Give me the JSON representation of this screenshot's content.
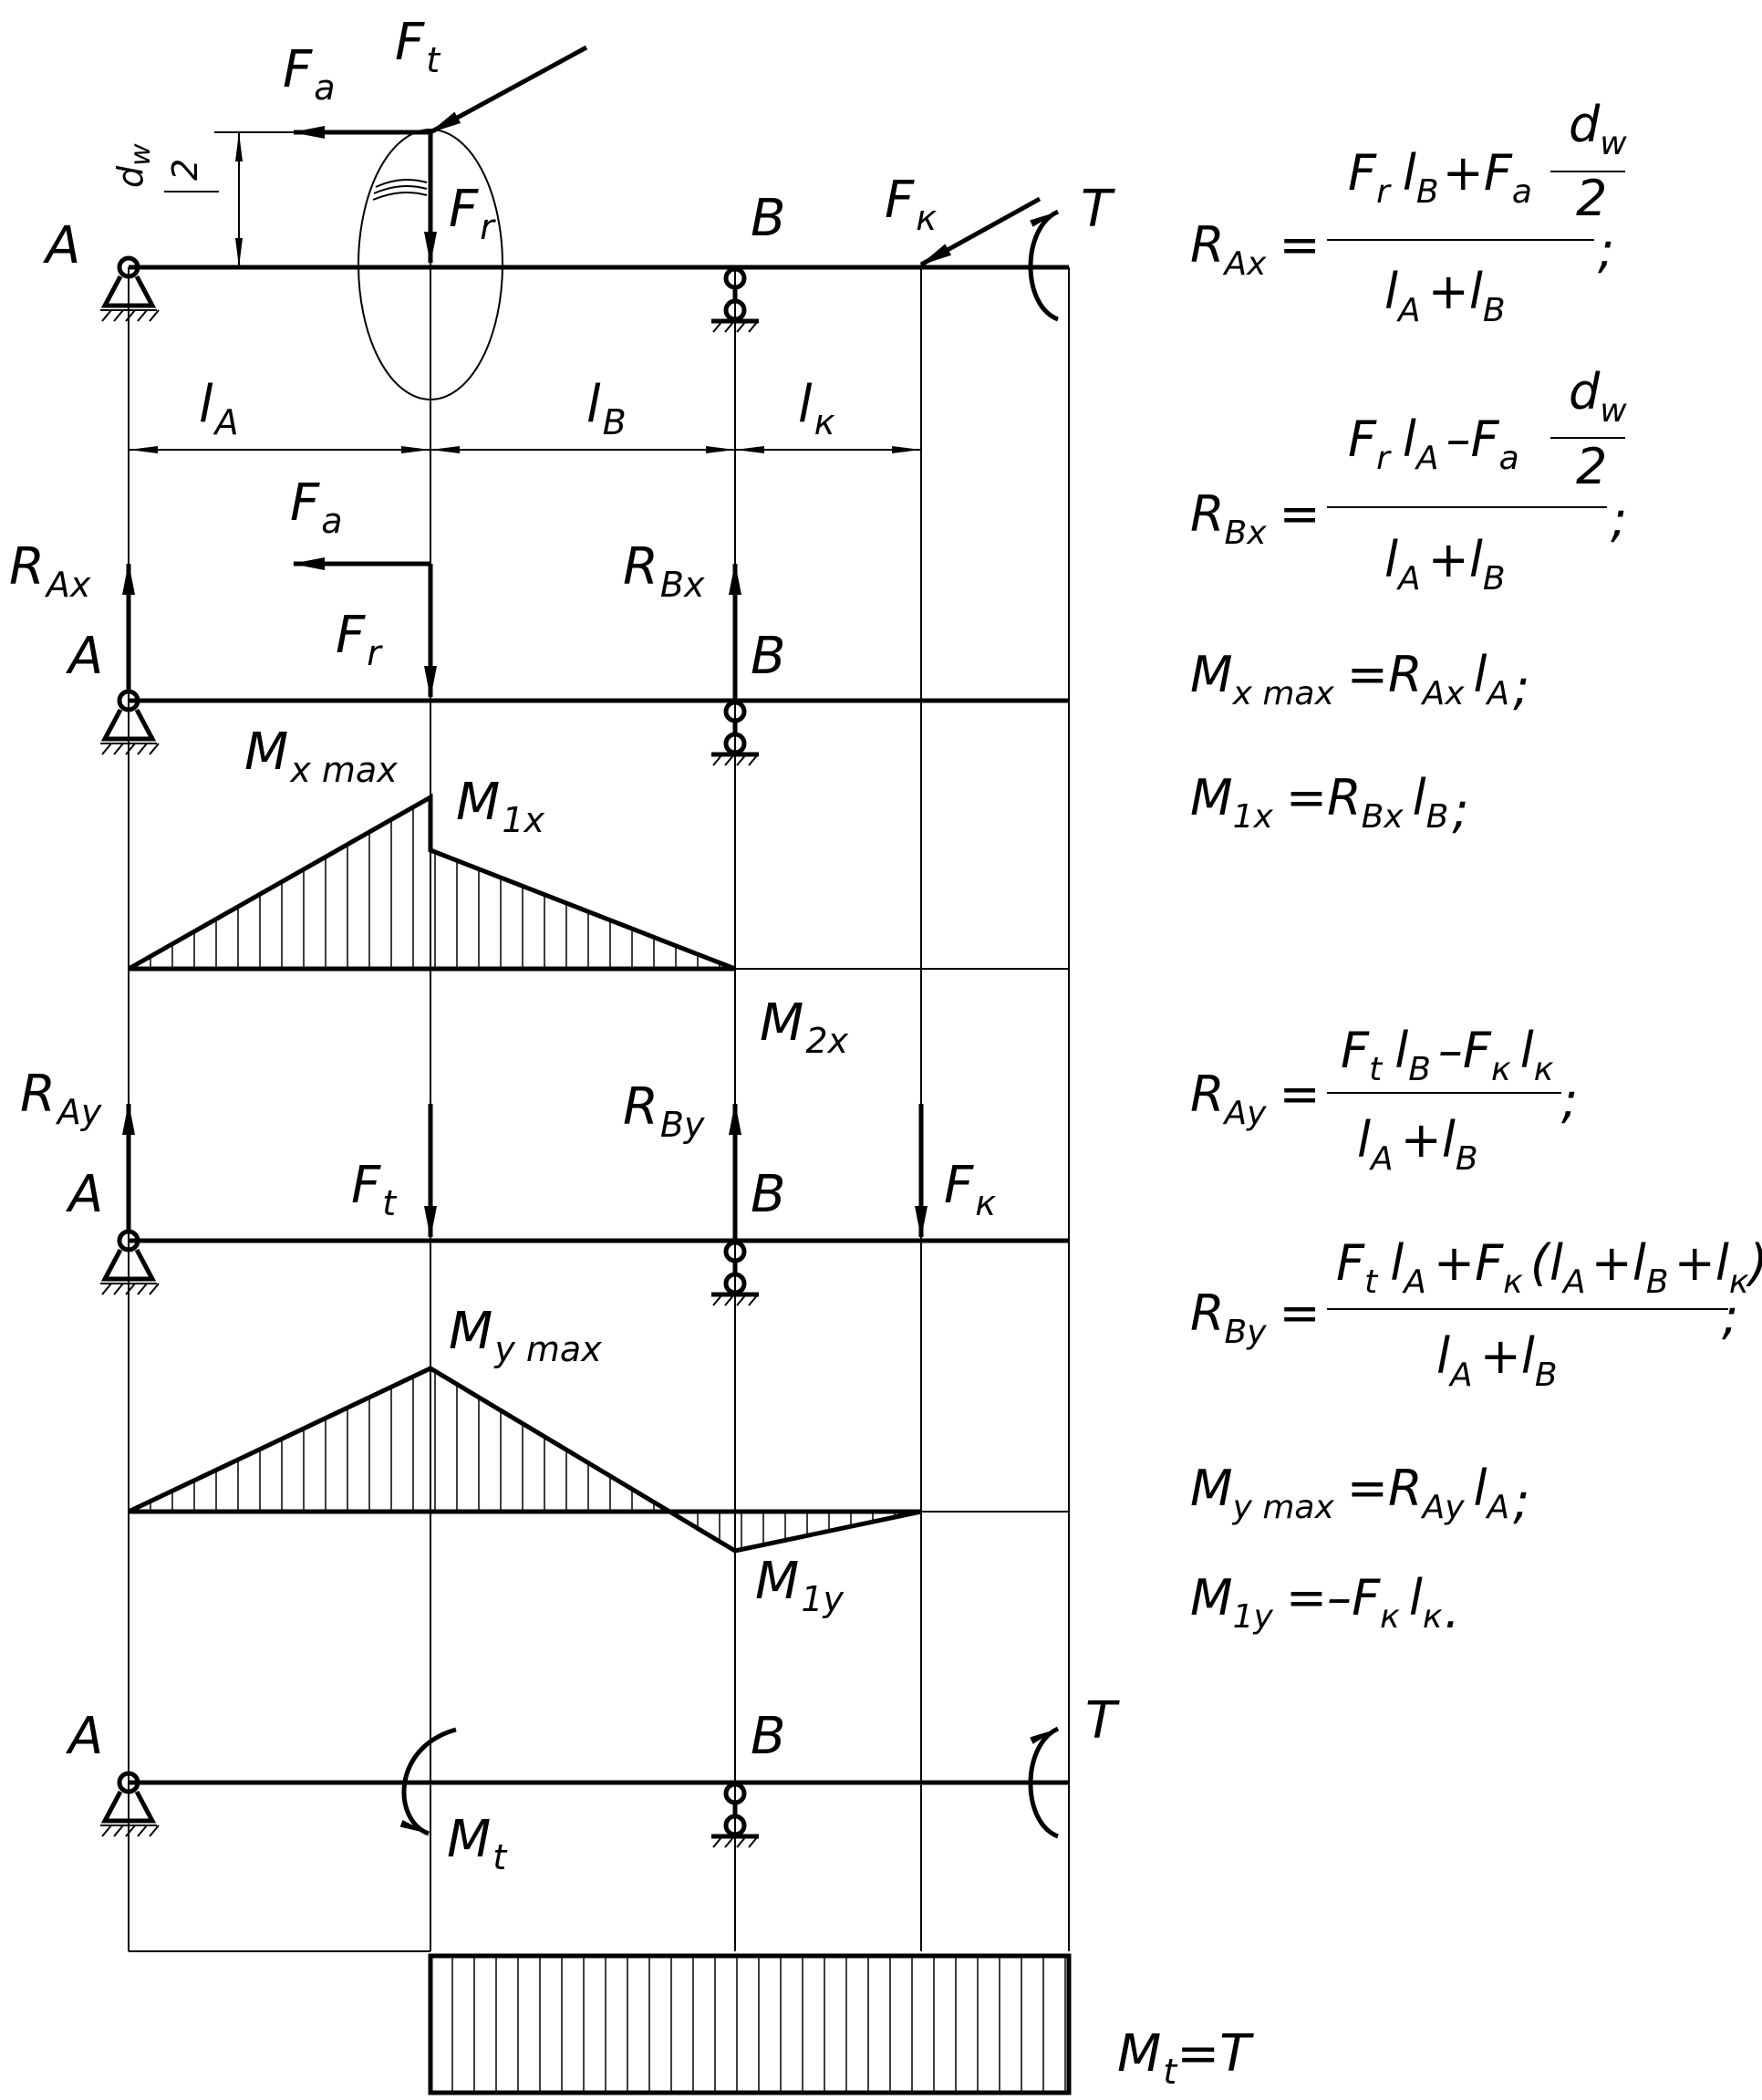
{
  "diagram": {
    "points": {
      "A": "A",
      "B": "B",
      "T": "T"
    },
    "top_scheme": {
      "forces": {
        "Fa": "F",
        "Fa_sub": "a",
        "Ft": "F",
        "Ft_sub": "t",
        "Fr": "F",
        "Fr_sub": "r",
        "Fk": "F",
        "Fk_sub": "к"
      },
      "half_diameter": {
        "num": "d",
        "num_sub": "w",
        "den": "2"
      },
      "spans": {
        "lA": "l",
        "lA_sub": "A",
        "lB": "l",
        "lB_sub": "B",
        "lk": "l",
        "lk_sub": "к"
      }
    },
    "x_plane": {
      "RAx": "R",
      "RAx_sub": "Ax",
      "RBx": "R",
      "RBx_sub": "Bx",
      "Fa": "F",
      "Fa_sub": "a",
      "Fr": "F",
      "Fr_sub": "r",
      "Mx_max": "M",
      "Mx_max_sub": "x max",
      "M1x": "M",
      "M1x_sub": "1x",
      "M2x": "M",
      "M2x_sub": "2x"
    },
    "y_plane": {
      "RAy": "R",
      "RAy_sub": "Ay",
      "RBy": "R",
      "RBy_sub": "By",
      "Ft": "F",
      "Ft_sub": "t",
      "Fk": "F",
      "Fk_sub": "к",
      "My_max": "M",
      "My_max_sub": "y max",
      "M1y": "M",
      "M1y_sub": "1y"
    },
    "torsion": {
      "Mt": "M",
      "Mt_sub": "t",
      "result": "=T"
    }
  },
  "formulas": {
    "RAx": {
      "lhs": "R",
      "lhs_sub": "Ax",
      "eq": "=",
      "num_1": "F",
      "num_1_sub": "r",
      "num_2": "l",
      "num_2_sub": "B",
      "op": "+",
      "num_3": "F",
      "num_3_sub": "a",
      "frac_num": "d",
      "frac_num_sub": "w",
      "frac_den": "2",
      "den_1": "l",
      "den_1_sub": "A",
      "den_op": "+",
      "den_2": "l",
      "den_2_sub": "B",
      "end": ";"
    },
    "RBx": {
      "lhs": "R",
      "lhs_sub": "Bx",
      "eq": "=",
      "num_1": "F",
      "num_1_sub": "r",
      "num_2": "l",
      "num_2_sub": "A",
      "op": "–",
      "num_3": "F",
      "num_3_sub": "a",
      "frac_num": "d",
      "frac_num_sub": "w",
      "frac_den": "2",
      "den_1": "l",
      "den_1_sub": "A",
      "den_op": "+",
      "den_2": "l",
      "den_2_sub": "B",
      "end": ";"
    },
    "Mx_max": {
      "lhs": "M",
      "lhs_sub": "x max",
      "eq": "=",
      "r": "R",
      "r_sub": "Ax",
      "l": "l",
      "l_sub": "A",
      "end": ";"
    },
    "M1x": {
      "lhs": "M",
      "lhs_sub": "1x",
      "eq": "=",
      "r": "R",
      "r_sub": "Bx",
      "l": "l",
      "l_sub": "B",
      "end": ";"
    },
    "RAy": {
      "lhs": "R",
      "lhs_sub": "Ay",
      "eq": "=",
      "num_1": "F",
      "num_1_sub": "t",
      "num_2": "l",
      "num_2_sub": "B",
      "op": "–",
      "num_3": "F",
      "num_3_sub": "к",
      "num_4": "l",
      "num_4_sub": "к",
      "den_1": "l",
      "den_1_sub": "A",
      "den_op": "+",
      "den_2": "l",
      "den_2_sub": "B",
      "end": ";"
    },
    "RBy": {
      "lhs": "R",
      "lhs_sub": "By",
      "eq": "=",
      "num_1": "F",
      "num_1_sub": "t",
      "num_2": "l",
      "num_2_sub": "A",
      "op": "+",
      "num_3": "F",
      "num_3_sub": "к",
      "paren_open": "(",
      "p1": "l",
      "p1_sub": "A",
      "p_op1": "+",
      "p2": "l",
      "p2_sub": "B",
      "p_op2": "+",
      "p3": "l",
      "p3_sub": "к",
      "paren_close": ")",
      "den_1": "l",
      "den_1_sub": "A",
      "den_op": "+",
      "den_2": "l",
      "den_2_sub": "B",
      "end": ";"
    },
    "My_max": {
      "lhs": "M",
      "lhs_sub": "y max",
      "eq": "=",
      "r": "R",
      "r_sub": "Ay",
      "l": "l",
      "l_sub": "A",
      "end": ";"
    },
    "M1y": {
      "lhs": "M",
      "lhs_sub": "1y",
      "eq": "=–",
      "f": "F",
      "f_sub": "к",
      "l": "l",
      "l_sub": "к",
      "end": "."
    }
  }
}
